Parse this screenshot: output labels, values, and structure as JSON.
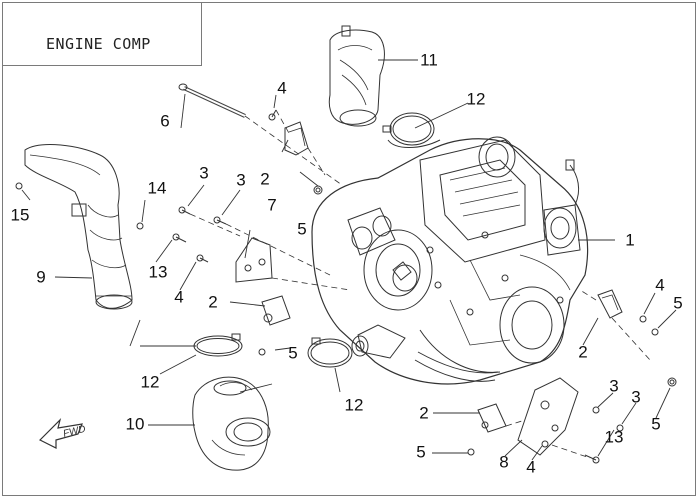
{
  "title": "ENGINE COMP",
  "arrow_text": "FWD",
  "callouts": [
    {
      "id": "c1",
      "text": "1"
    },
    {
      "id": "c2a",
      "text": "2"
    },
    {
      "id": "c2b",
      "text": "2"
    },
    {
      "id": "c2c",
      "text": "2"
    },
    {
      "id": "c2d",
      "text": "2"
    },
    {
      "id": "c3a",
      "text": "3"
    },
    {
      "id": "c3b",
      "text": "3"
    },
    {
      "id": "c3c",
      "text": "3"
    },
    {
      "id": "c3d",
      "text": "3"
    },
    {
      "id": "c4a",
      "text": "4"
    },
    {
      "id": "c4b",
      "text": "4"
    },
    {
      "id": "c4c",
      "text": "4"
    },
    {
      "id": "c4d",
      "text": "4"
    },
    {
      "id": "c5a",
      "text": "5"
    },
    {
      "id": "c5b",
      "text": "5"
    },
    {
      "id": "c5c",
      "text": "5"
    },
    {
      "id": "c5d",
      "text": "5"
    },
    {
      "id": "c5e",
      "text": "5"
    },
    {
      "id": "c6",
      "text": "6"
    },
    {
      "id": "c7",
      "text": "7"
    },
    {
      "id": "c8",
      "text": "8"
    },
    {
      "id": "c9",
      "text": "9"
    },
    {
      "id": "c10",
      "text": "10"
    },
    {
      "id": "c11",
      "text": "11"
    },
    {
      "id": "c12a",
      "text": "12"
    },
    {
      "id": "c12b",
      "text": "12"
    },
    {
      "id": "c12c",
      "text": "12"
    },
    {
      "id": "c13a",
      "text": "13"
    },
    {
      "id": "c13b",
      "text": "13"
    },
    {
      "id": "c14",
      "text": "14"
    },
    {
      "id": "c15",
      "text": "15"
    }
  ]
}
